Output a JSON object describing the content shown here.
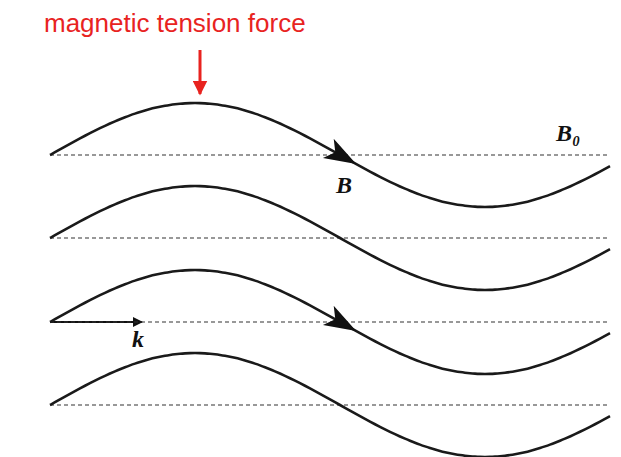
{
  "diagram": {
    "labels": [
      "magnetic tension force",
      "B₀",
      "B",
      "k"
    ]
  }
}
